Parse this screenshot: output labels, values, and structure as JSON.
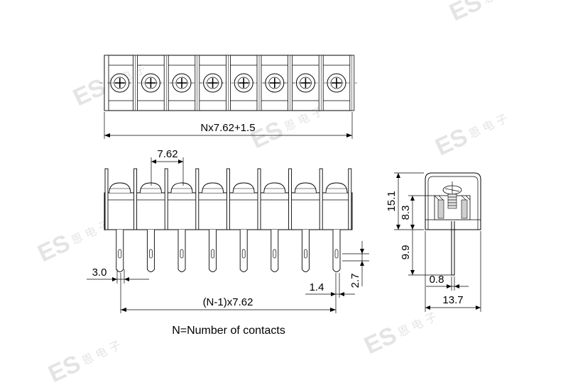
{
  "watermark": {
    "logo": "ES",
    "chinese": "恩 电 子"
  },
  "top_view": {
    "width_label": "Nx7.62+1.5",
    "positions": 8
  },
  "front_view": {
    "pitch_label": "7.62",
    "pin_width_label": "3.0",
    "span_label": "(N-1)x7.62",
    "offset_label": "1.4",
    "slot_label": "2.7"
  },
  "side_view": {
    "height_label": "15.1",
    "body_label": "8.3",
    "pin_len_label": "9.9",
    "pin_thk_label": "0.8",
    "depth_label": "13.7"
  },
  "legend": {
    "note": "N=Number of contacts"
  }
}
